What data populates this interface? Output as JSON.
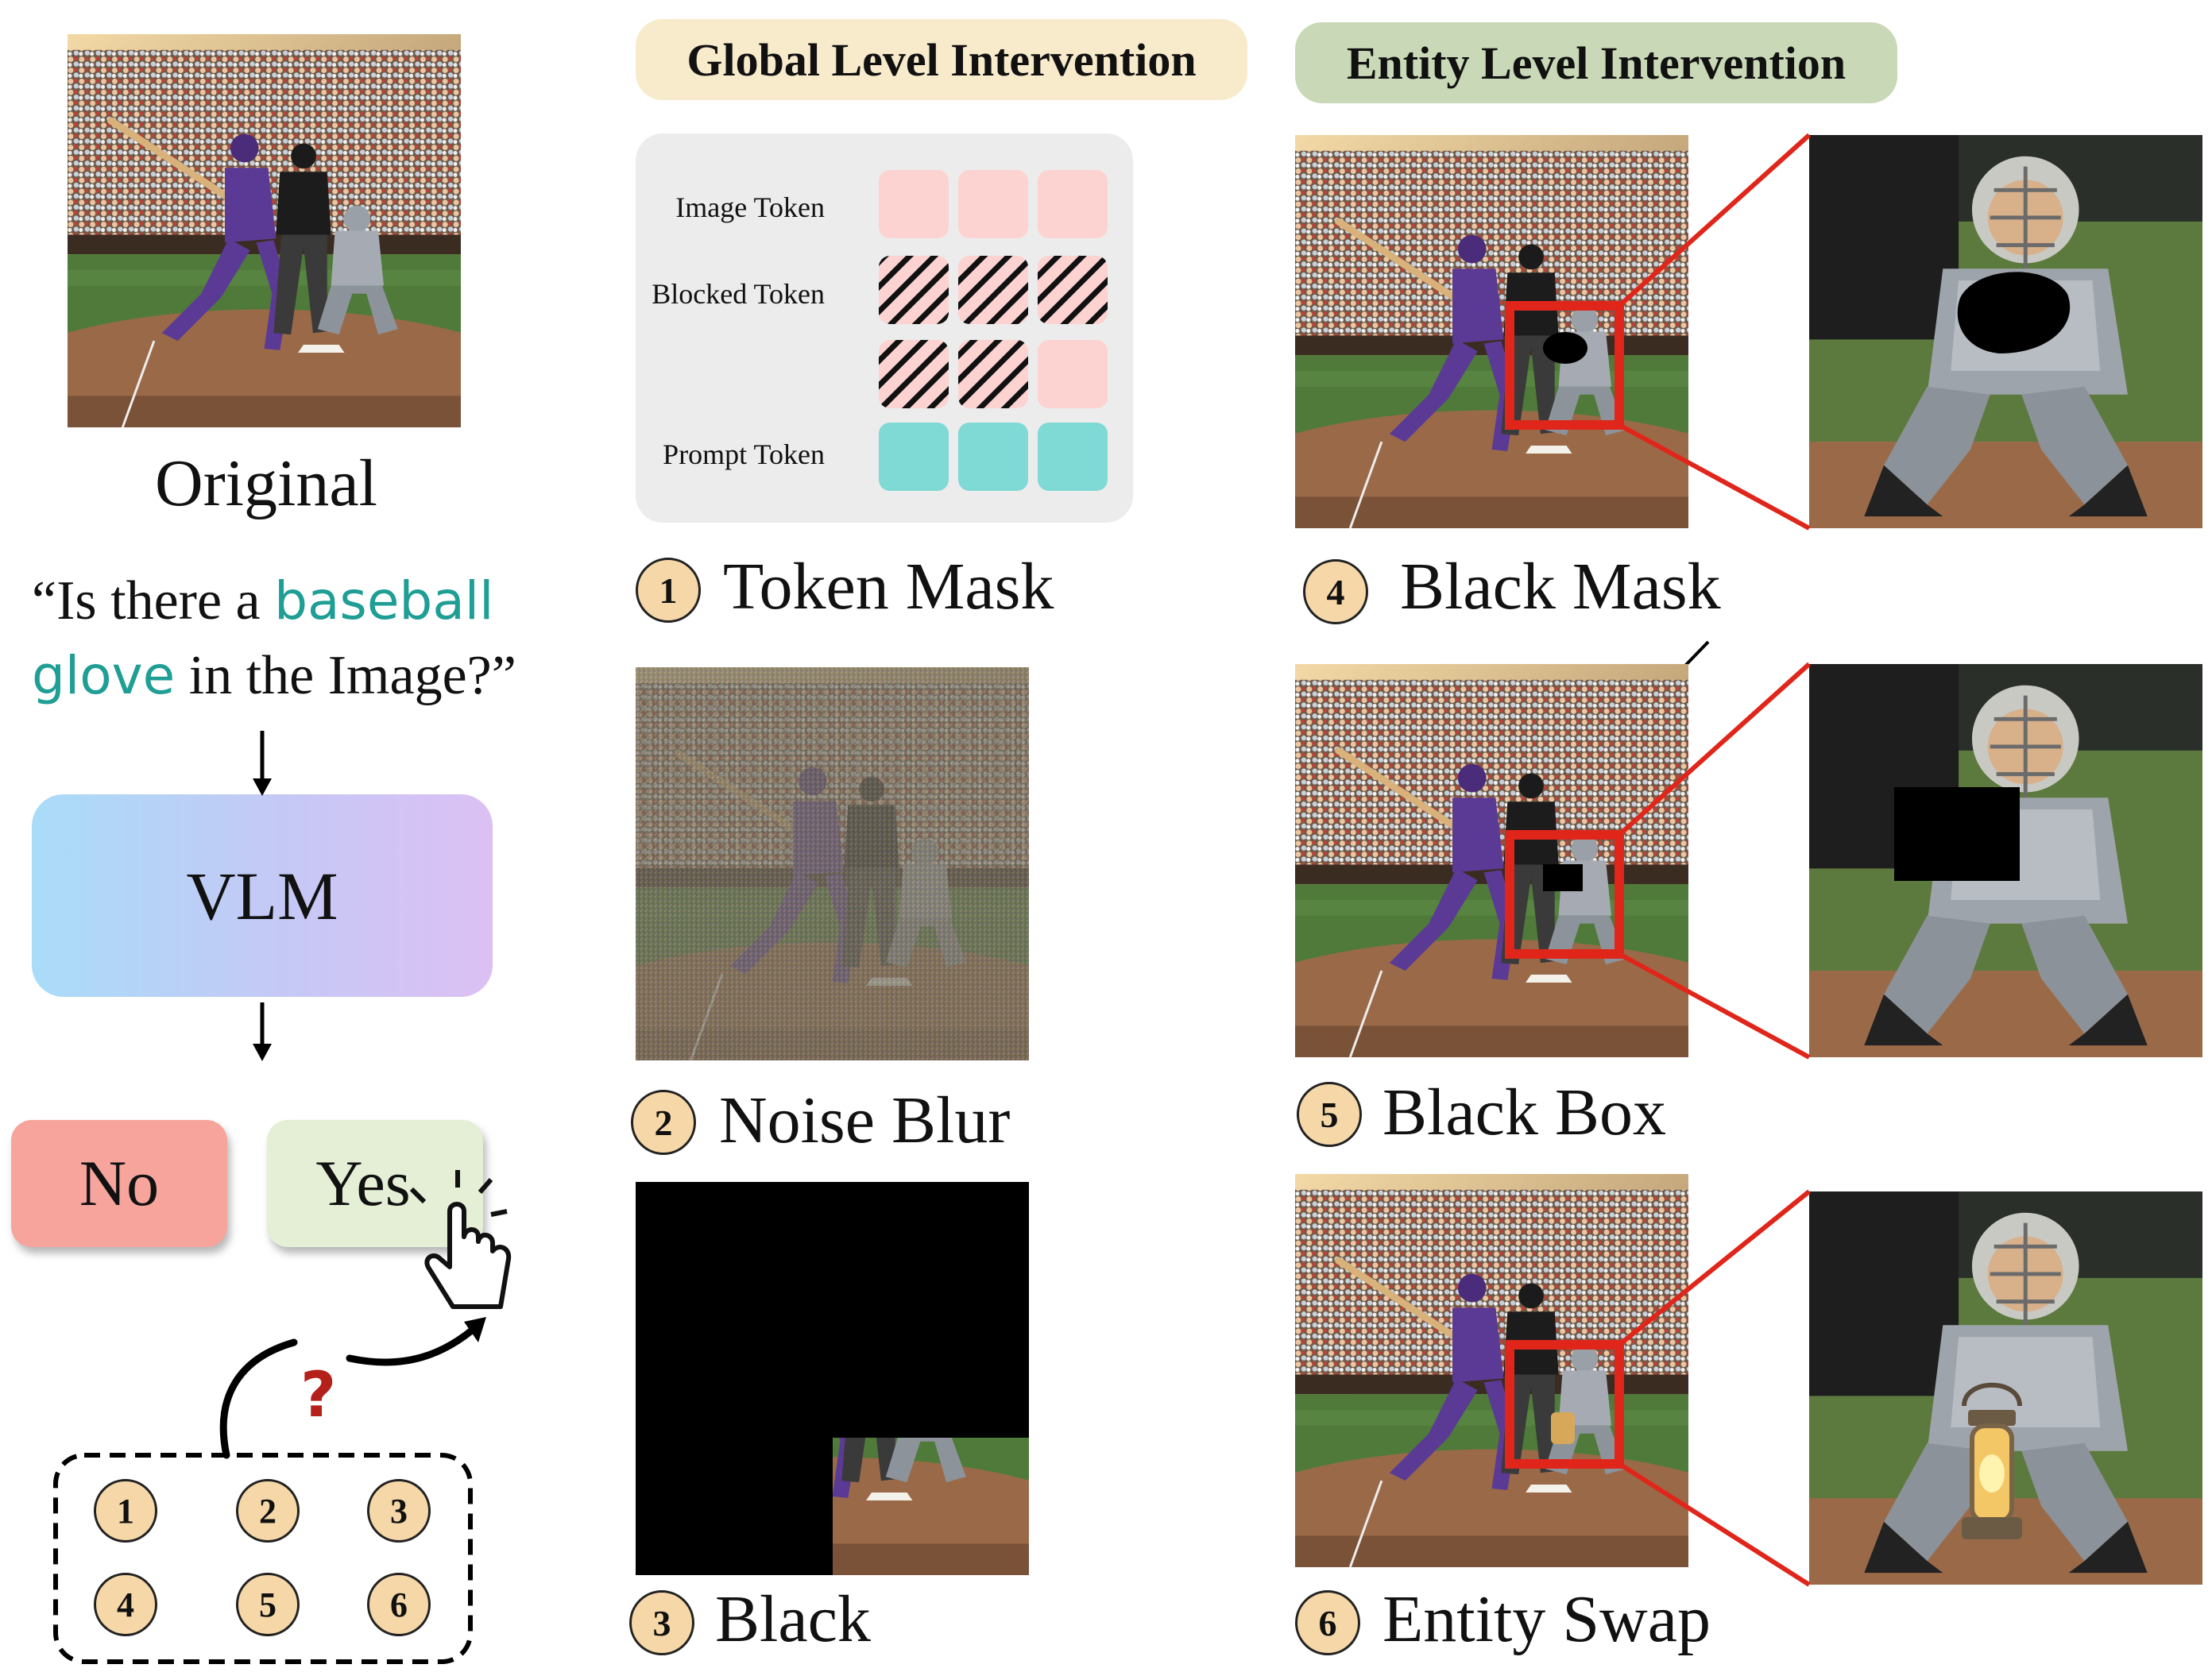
{
  "left": {
    "original_label": "Original",
    "question": {
      "before": "“Is there a ",
      "keyword": "baseball glove",
      "after": " in the Image?”"
    },
    "model_label": "VLM",
    "answer_no": "No",
    "answer_yes": "Yes",
    "question_mark": "?",
    "options": [
      "1",
      "2",
      "3",
      "4",
      "5",
      "6"
    ]
  },
  "global": {
    "header": "Global Level Intervention",
    "token_labels": {
      "image": "Image Token",
      "blocked": "Blocked Token",
      "prompt": "Prompt Token"
    },
    "items": [
      {
        "num": "1",
        "label": "Token Mask"
      },
      {
        "num": "2",
        "label": "Noise Blur"
      },
      {
        "num": "3",
        "label": "Black"
      }
    ]
  },
  "entity": {
    "header": "Entity Level Intervention",
    "items": [
      {
        "num": "4",
        "label": "Black Mask"
      },
      {
        "num": "5",
        "label": "Black Box"
      },
      {
        "num": "6",
        "label": "Entity Swap"
      }
    ]
  },
  "colors": {
    "image_token": "#fcd3d0",
    "prompt_token": "#7fd9d5",
    "highlight_box": "#e0261a",
    "keyword": "#1f9e95",
    "number_badge": "#f6d8a8"
  }
}
